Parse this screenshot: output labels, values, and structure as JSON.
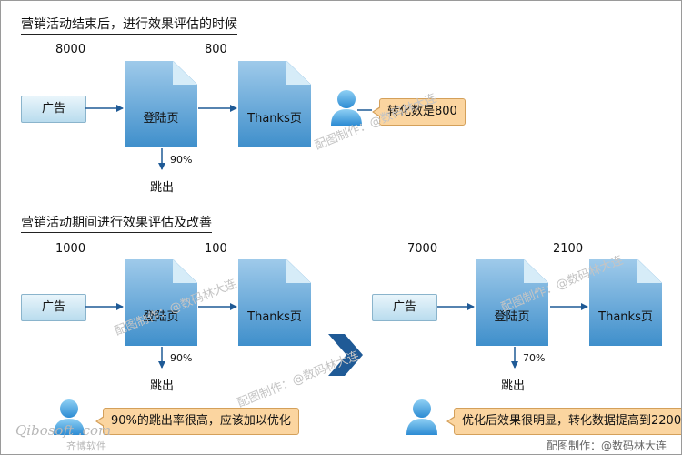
{
  "section1": {
    "title": "营销活动结束后，进行效果评估的时候",
    "ad_label": "广告",
    "landing_label": "登陆页",
    "thanks_label": "Thanks页",
    "visitors": "8000",
    "converted": "800",
    "bounce_rate": "90%",
    "bounce_label": "跳出",
    "callout": "转化数是800"
  },
  "section2": {
    "title": "营销活动期间进行效果评估及改善",
    "before": {
      "ad_label": "广告",
      "landing_label": "登陆页",
      "thanks_label": "Thanks页",
      "visitors": "1000",
      "converted": "100",
      "bounce_rate": "90%",
      "bounce_label": "跳出",
      "callout": "90%的跳出率很高，应该加以优化"
    },
    "after": {
      "ad_label": "广告",
      "landing_label": "登陆页",
      "thanks_label": "Thanks页",
      "visitors": "7000",
      "converted": "2100",
      "bounce_rate": "70%",
      "bounce_label": "跳出",
      "callout": "优化后效果很明显，转化数据提高到2200"
    }
  },
  "watermark": "配图制作：@数码林大连",
  "footer_credit": "配图制作：@数码林大连",
  "logo": {
    "brand": "Qibosoft .com",
    "subtitle": "齐博软件"
  },
  "icons": {
    "page_doc": "document-icon",
    "person": "user-icon",
    "big_arrow": "arrow-right-icon"
  },
  "colors": {
    "doc_blue": "#3f8fcb",
    "arrow_blue": "#1f5a96",
    "callout_fill": "#fbd5a0",
    "ad_fill": "#cfe8f5"
  }
}
